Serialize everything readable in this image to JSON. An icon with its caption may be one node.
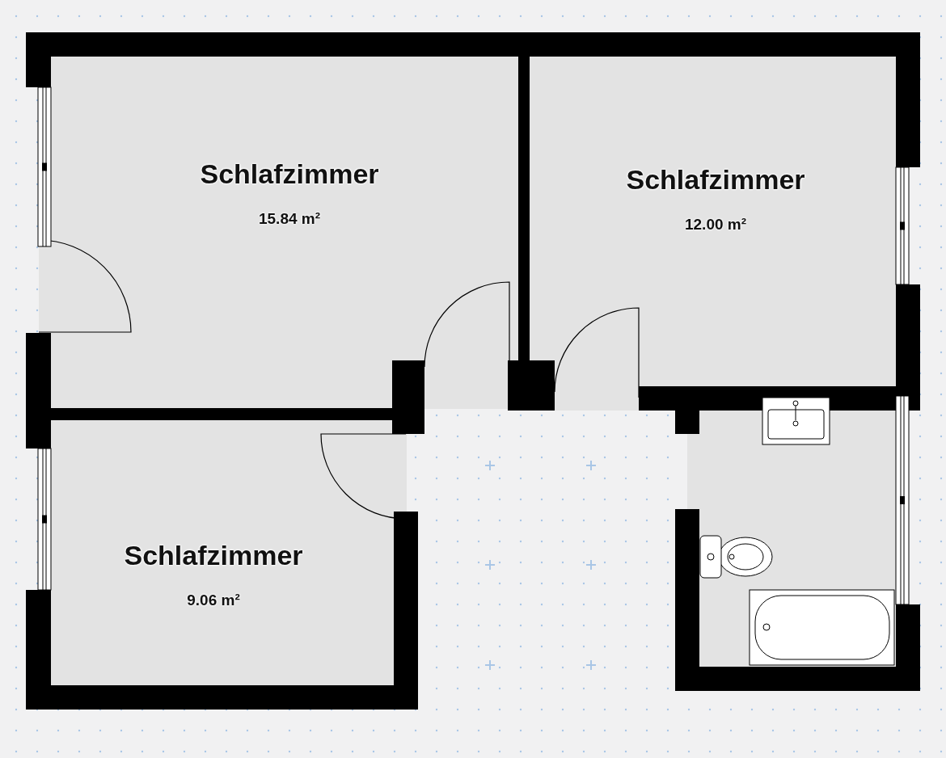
{
  "diagram": {
    "nodes": [
      {
        "text": [
          "Schlafzimmer",
          "15.84 m²"
        ]
      },
      {
        "text": [
          "Schlafzimmer",
          "12.00 m²"
        ]
      },
      {
        "text": [
          "Schlafzimmer",
          "9.06 m²"
        ]
      }
    ]
  }
}
